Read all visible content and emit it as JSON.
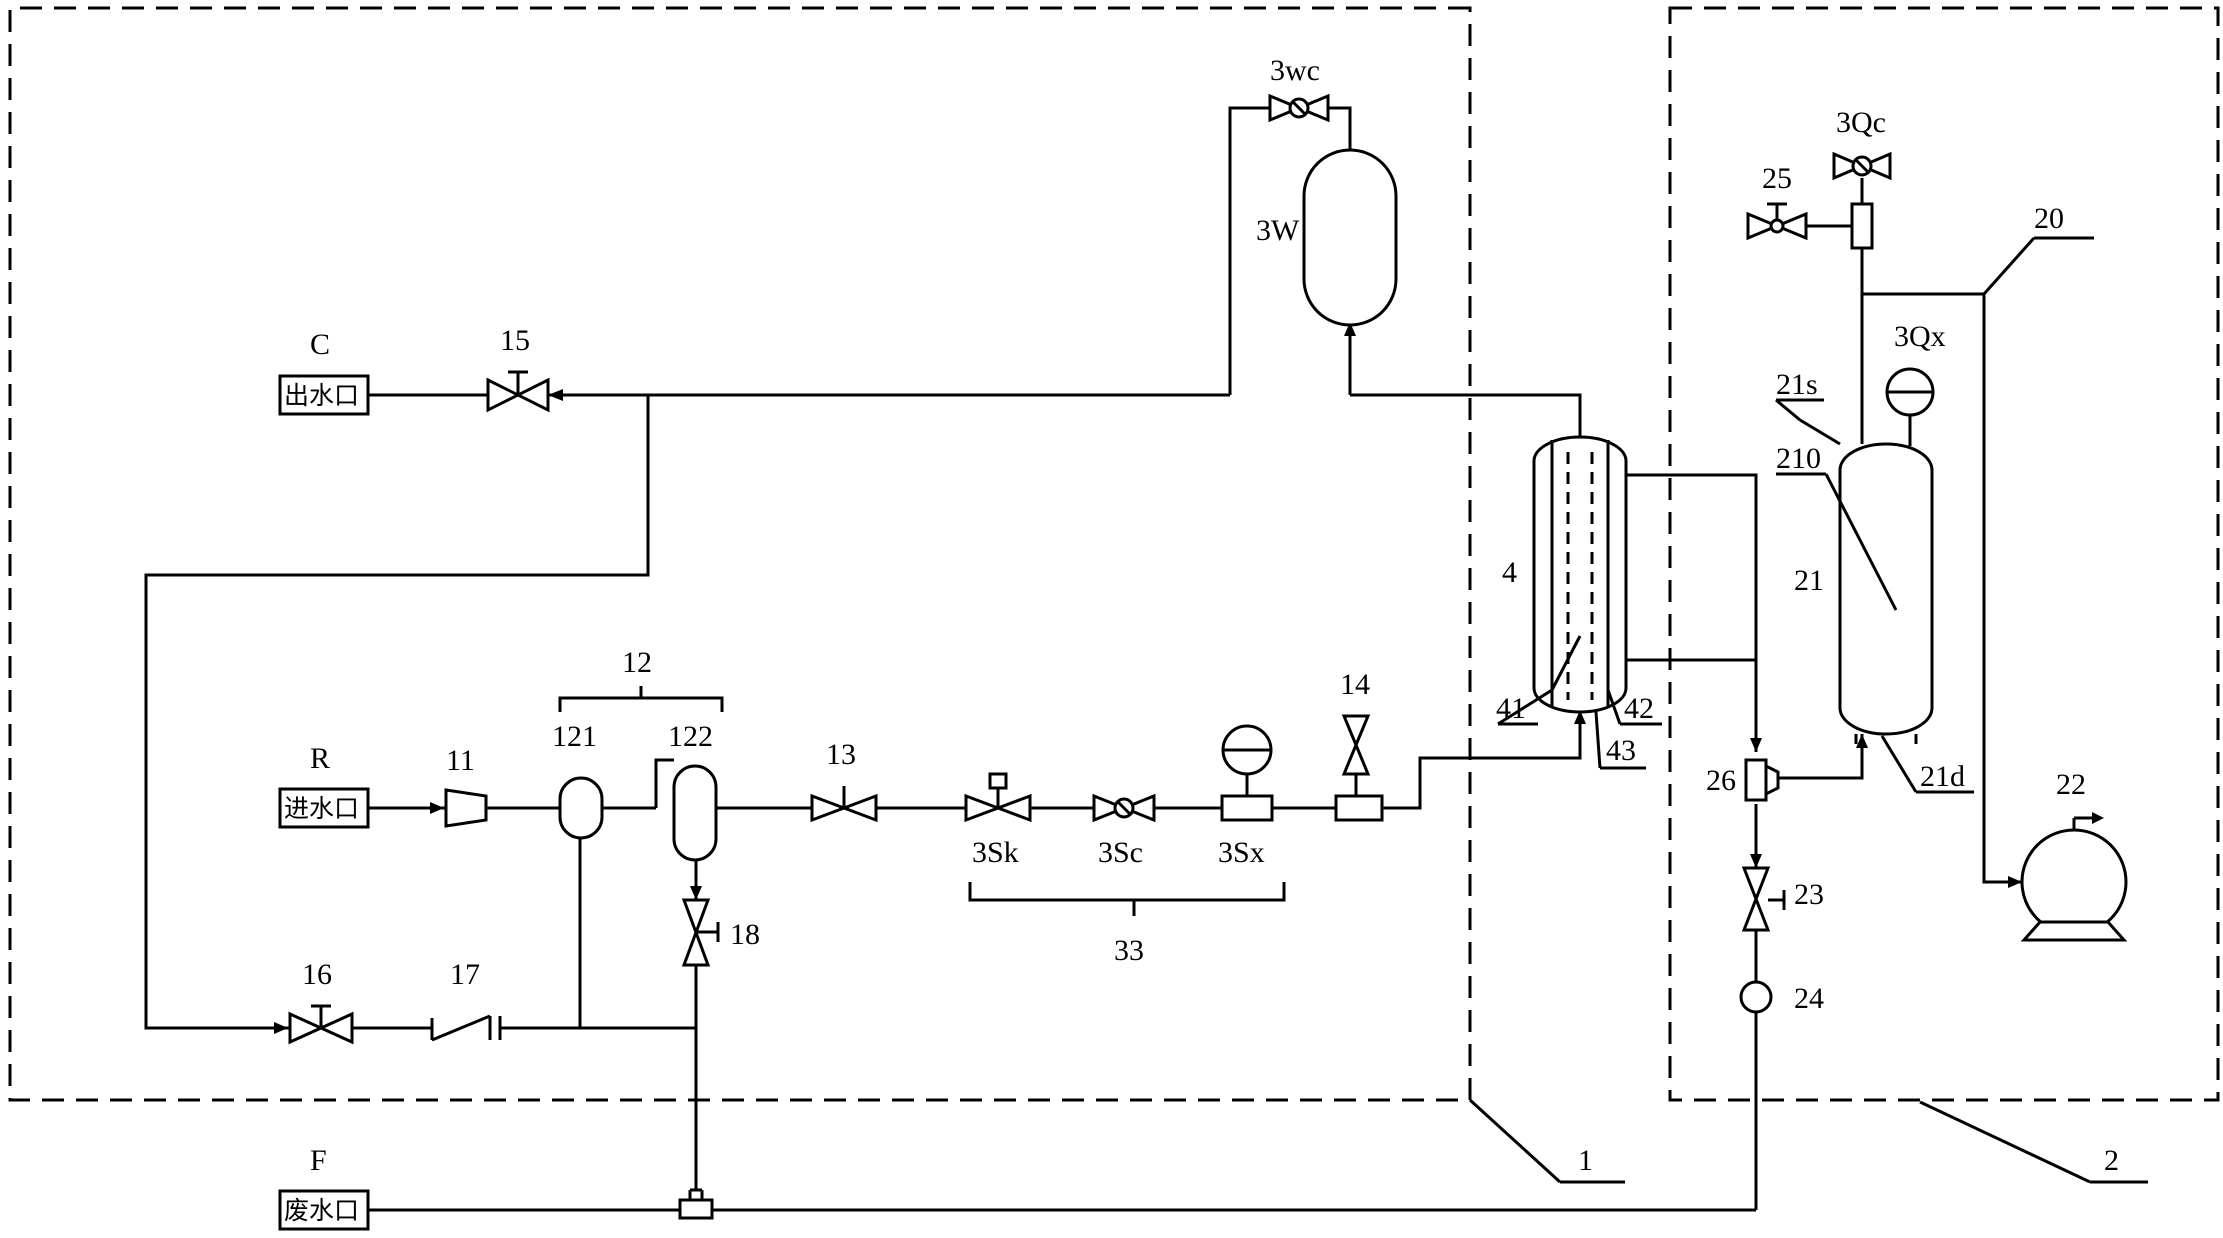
{
  "outlets": {
    "outlet_letter": "C",
    "outlet_label": "出水口",
    "inlet_letter": "R",
    "inlet_label": "进水口",
    "waste_letter": "F",
    "waste_label": "废水口"
  },
  "labels": {
    "valve_15": "15",
    "valve_3wc": "3wc",
    "tank_3w": "3W",
    "filter_11": "11",
    "group_12": "12",
    "vessel_121": "121",
    "vessel_122": "122",
    "valve_13": "13",
    "valve_3sk": "3Sk",
    "valve_3sc": "3Sc",
    "sensor_3sx": "3Sx",
    "group_33": "33",
    "valve_14": "14",
    "valve_16": "16",
    "check_17": "17",
    "valve_18": "18",
    "module_4": "4",
    "tube_41": "41",
    "tube_42": "42",
    "port_43": "43",
    "region_1": "1",
    "region_2": "2",
    "frame_20": "20",
    "tank_21": "21",
    "tank_top_21s": "21s",
    "tank_inner_210": "210",
    "tank_bottom_21d": "21d",
    "pump_22": "22",
    "valve_23": "23",
    "sensor_24": "24",
    "valve_25": "25",
    "tee_26": "26",
    "valve_3qc": "3Qc",
    "gauge_3qx": "3Qx"
  }
}
